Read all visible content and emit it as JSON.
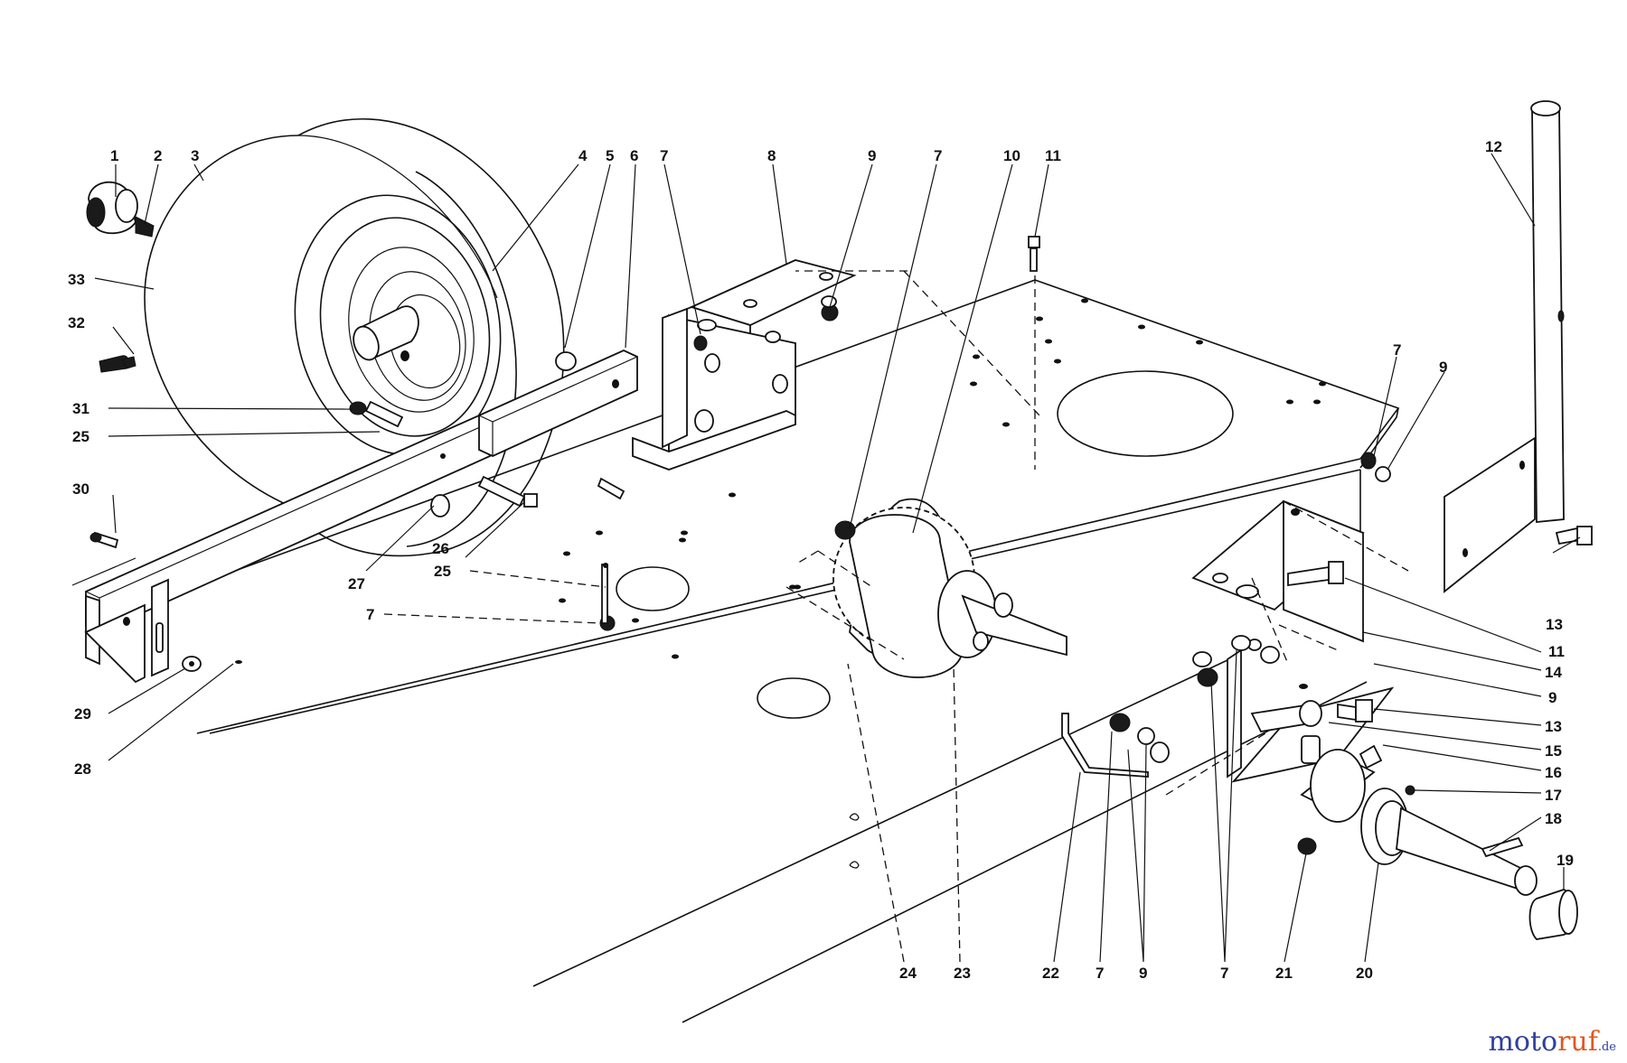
{
  "callouts": [
    "1",
    "2",
    "3",
    "4",
    "5",
    "6",
    "7",
    "8",
    "9",
    "7",
    "10",
    "11",
    "12",
    "33",
    "32",
    "31",
    "25",
    "30",
    "27",
    "26",
    "25",
    "7",
    "29",
    "28",
    "7",
    "9",
    "11",
    "14",
    "9",
    "13",
    "15",
    "16",
    "17",
    "18",
    "19",
    "24",
    "23",
    "22",
    "7",
    "9",
    "7",
    "21",
    "20"
  ],
  "watermark": {
    "brand_a": "moto",
    "brand_b": "ruf",
    "suffix": ".de"
  },
  "colors": {
    "ink": "#111111",
    "brand_blue": "#2f3f9f",
    "brand_orange": "#e0581e"
  }
}
